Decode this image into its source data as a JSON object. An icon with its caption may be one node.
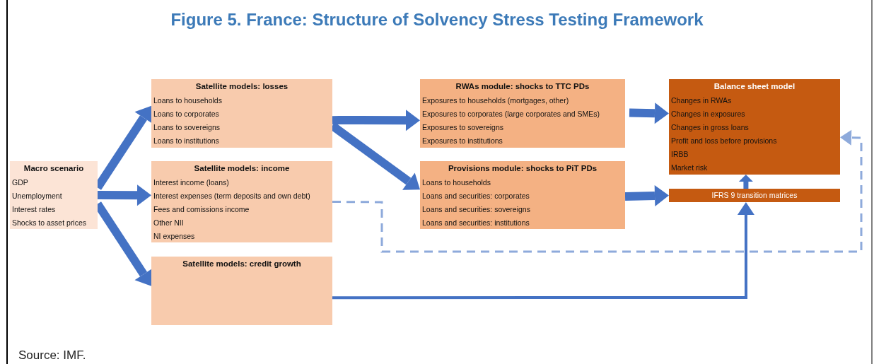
{
  "diagram": {
    "title": "Figure 5. France: Structure of Solvency Stress Testing Framework",
    "nodes": [
      {
        "text": [
          "Macro scenario",
          "GDP",
          "Unemployment",
          "Interest rates",
          "Shocks to asset prices"
        ]
      },
      {
        "text": [
          "Satellite models: losses",
          "Loans to households",
          "Loans to corporates",
          "Loans to sovereigns",
          "Loans to institutions"
        ]
      },
      {
        "text": [
          "Satellite models: income",
          "Interest income (loans)",
          "Interest expenses (term deposits and own debt)",
          "Fees and comissions income",
          "Other NII",
          "NI expenses"
        ]
      },
      {
        "text": [
          "Satellite models: credit growth"
        ]
      },
      {
        "text": [
          "RWAs module: shocks to TTC PDs",
          "Exposures to households (mortgages, other)",
          "Exposures to corporates (large corporates and SMEs)",
          "Exposures to sovereigns",
          "Exposures to institutions"
        ]
      },
      {
        "text": [
          "Provisions module: shocks to PiT PDs",
          "Loans to households",
          "Loans and securities: corporates",
          "Loans and securities: sovereigns",
          "Loans and securities: institutions"
        ]
      },
      {
        "text": [
          "Balance sheet model",
          "Changes in RWAs",
          "Changes in exposures",
          "Changes in gross loans",
          "Profit and loss before provisions",
          "IRBB",
          "Market risk"
        ]
      },
      {
        "text": [
          "IFRS 9 transition matrices"
        ]
      }
    ],
    "edges": [
      {
        "from": 0,
        "to": 1,
        "arrow": "to"
      },
      {
        "from": 0,
        "to": 2,
        "arrow": "to"
      },
      {
        "from": 0,
        "to": 3,
        "arrow": "to"
      },
      {
        "from": 1,
        "to": 4,
        "arrow": "to"
      },
      {
        "from": 1,
        "to": 5,
        "arrow": "to"
      },
      {
        "from": 4,
        "to": 6,
        "arrow": "to"
      },
      {
        "from": 5,
        "to": 7,
        "arrow": "to"
      },
      {
        "from": 7,
        "to": 6,
        "arrow": "to"
      },
      {
        "from": 3,
        "to": 7,
        "arrow": "to"
      },
      {
        "from": 2,
        "to": 6,
        "arrow": "to",
        "style": "dashed",
        "color": "#8eaadb"
      }
    ],
    "labels": [
      "Source: IMF."
    ]
  }
}
